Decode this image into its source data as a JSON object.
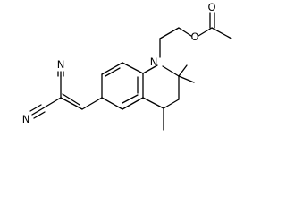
{
  "molecule": {
    "atom_labels": {
      "ring_nitrogen": "N",
      "ester_oxygen": "O",
      "carbonyl_oxygen": "O",
      "nitrile_nitrogen_upper": "N",
      "nitrile_nitrogen_lower": "N"
    },
    "colors": {
      "bond": "#000000",
      "background": "#ffffff"
    }
  }
}
